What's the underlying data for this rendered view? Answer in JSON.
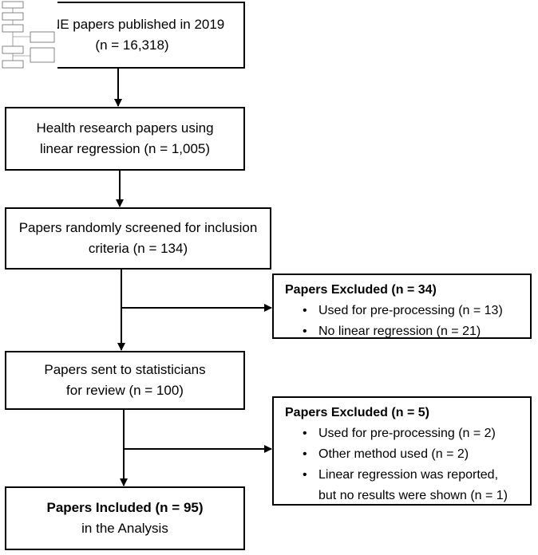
{
  "flow": {
    "box1": {
      "line1": "ONE papers published in 2019",
      "line2": "(n = 16,318)"
    },
    "box2": {
      "line1": "Health research papers using",
      "line2": "linear regression (n = 1,005)"
    },
    "box3": {
      "line1": "Papers randomly screened for inclusion",
      "line2": "criteria (n = 134)"
    },
    "box4": {
      "line1": "Papers sent to statisticians",
      "line2": "for review (n = 100)"
    },
    "box5": {
      "line1": "Papers Included (n = 95)",
      "line2": "in the Analysis"
    }
  },
  "exclusions": {
    "first": {
      "heading": "Papers Excluded (n = 34)",
      "items": [
        "Used for pre-processing (n = 13)",
        "No linear regression (n = 21)"
      ]
    },
    "second": {
      "heading": "Papers Excluded (n = 5)",
      "items": [
        "Used for pre-processing (n = 2)",
        "Other method used (n = 2)",
        "Linear regression was reported,",
        "but no results were shown (n = 1)"
      ]
    }
  }
}
